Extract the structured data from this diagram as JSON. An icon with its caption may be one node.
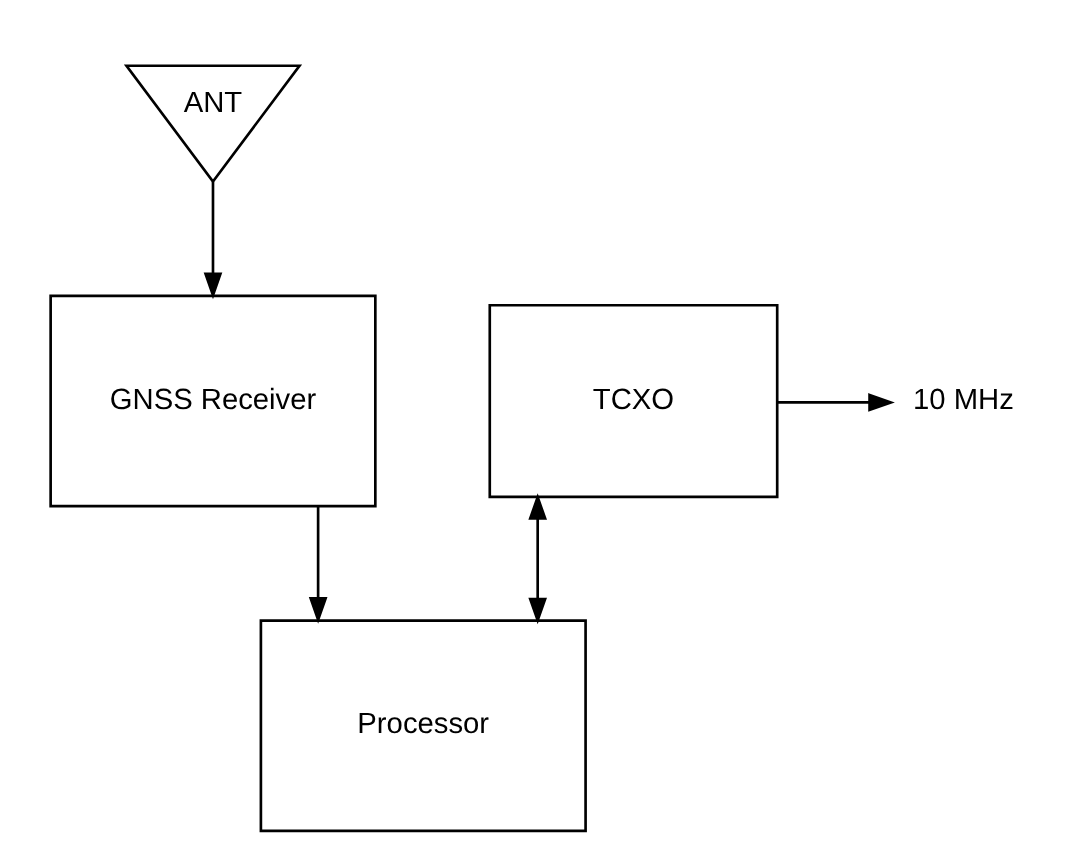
{
  "diagram": {
    "nodes": [
      {
        "text": [
          "ANT"
        ]
      },
      {
        "text": [
          "GNSS Receiver"
        ]
      },
      {
        "text": [
          "TCXO"
        ]
      },
      {
        "text": [
          "10 MHz"
        ]
      },
      {
        "text": [
          "Processor"
        ]
      }
    ],
    "edges": [
      {
        "from": 0,
        "to": 1,
        "arrow": "to"
      },
      {
        "from": 1,
        "to": 4,
        "arrow": "to"
      },
      {
        "from": 4,
        "to": 2,
        "arrow": "both"
      },
      {
        "from": 2,
        "to": 3,
        "arrow": "to"
      }
    ]
  }
}
